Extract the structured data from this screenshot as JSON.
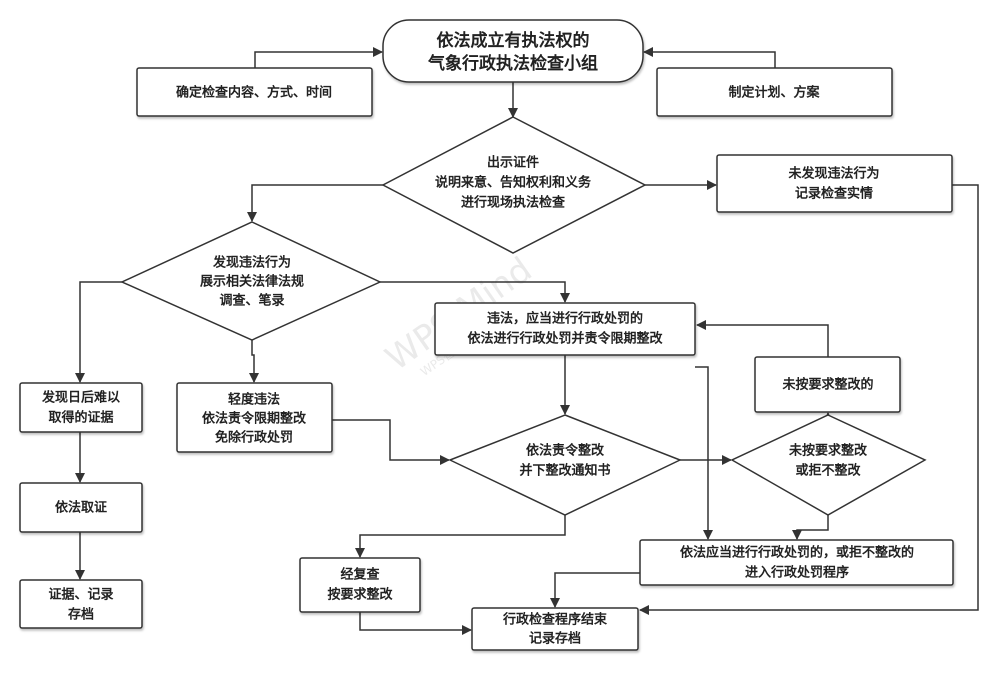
{
  "nodes": {
    "start": [
      "依法成立有执法权的",
      "气象行政执法检查小组"
    ],
    "determine": [
      "确定检查内容、方式、时间"
    ],
    "plan": [
      "制定计划、方案"
    ],
    "inspect": [
      "出示证件",
      "说明来意、告知权利和义务",
      "进行现场执法检查"
    ],
    "no_violation": [
      "未发现违法行为",
      "记录检查实情"
    ],
    "found": [
      "发现违法行为",
      "展示相关法律法规",
      "调查、笔录"
    ],
    "hard_evidence": [
      "发现日后难以",
      "取得的证据"
    ],
    "collect": [
      "依法取证"
    ],
    "archive_evidence": [
      "证据、记录",
      "存档"
    ],
    "minor": [
      "轻度违法",
      "依法责令限期整改",
      "免除行政处罚"
    ],
    "penalty": [
      "违法，应当进行行政处罚的",
      "依法进行行政处罚并责令限期整改"
    ],
    "order": [
      "依法责令整改",
      "并下整改通知书"
    ],
    "not_rectified": [
      "未按要求整改",
      "或拒不整改"
    ],
    "not_rectified_box": [
      "未按要求整改的"
    ],
    "penalty_proc": [
      "依法应当进行行政处罚的，或拒不整改的",
      "进入行政处罚程序"
    ],
    "rechecked": [
      "经复查",
      "按要求整改"
    ],
    "end": [
      "行政检查程序结束",
      "记录存档"
    ]
  },
  "watermark": {
    "main": "WPS Mind",
    "sub": "WPS智能作图能力"
  }
}
